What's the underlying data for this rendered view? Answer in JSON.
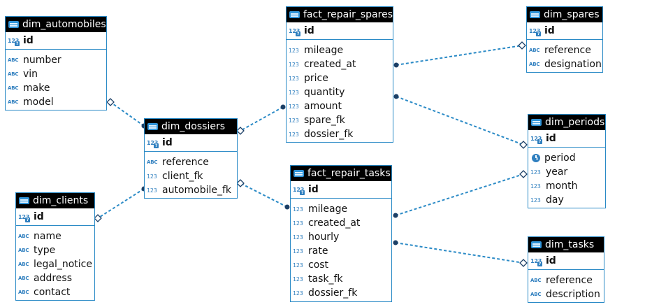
{
  "colors": {
    "accent": "#2a8ac6",
    "header_bg": "#000000",
    "header_text": "#ffffff",
    "type_icon": "#2f7fbf"
  },
  "tables": {
    "dim_automobiles": {
      "title": "dim_automobiles",
      "key": "id",
      "columns": [
        {
          "type": "ABC",
          "name": "number"
        },
        {
          "type": "ABC",
          "name": "vin"
        },
        {
          "type": "ABC",
          "name": "make"
        },
        {
          "type": "ABC",
          "name": "model"
        }
      ]
    },
    "dim_dossiers": {
      "title": "dim_dossiers",
      "key": "id",
      "columns": [
        {
          "type": "ABC",
          "name": "reference"
        },
        {
          "type": "123",
          "name": "client_fk"
        },
        {
          "type": "123",
          "name": "automobile_fk"
        }
      ]
    },
    "dim_clients": {
      "title": "dim_clients",
      "key": "id",
      "columns": [
        {
          "type": "ABC",
          "name": "name"
        },
        {
          "type": "ABC",
          "name": "type"
        },
        {
          "type": "ABC",
          "name": "legal_notice"
        },
        {
          "type": "ABC",
          "name": "address"
        },
        {
          "type": "ABC",
          "name": "contact"
        }
      ]
    },
    "fact_repair_spares": {
      "title": "fact_repair_spares",
      "key": "id",
      "columns": [
        {
          "type": "123",
          "name": "mileage"
        },
        {
          "type": "123",
          "name": "created_at"
        },
        {
          "type": "123",
          "name": "price"
        },
        {
          "type": "123",
          "name": "quantity"
        },
        {
          "type": "123",
          "name": "amount"
        },
        {
          "type": "123",
          "name": "spare_fk"
        },
        {
          "type": "123",
          "name": "dossier_fk"
        }
      ]
    },
    "fact_repair_tasks": {
      "title": "fact_repair_tasks",
      "key": "id",
      "columns": [
        {
          "type": "123",
          "name": "mileage"
        },
        {
          "type": "123",
          "name": "created_at"
        },
        {
          "type": "123",
          "name": "hourly"
        },
        {
          "type": "123",
          "name": "rate"
        },
        {
          "type": "123",
          "name": "cost"
        },
        {
          "type": "123",
          "name": "task_fk"
        },
        {
          "type": "123",
          "name": "dossier_fk"
        }
      ]
    },
    "dim_spares": {
      "title": "dim_spares",
      "key": "id",
      "columns": [
        {
          "type": "ABC",
          "name": "reference"
        },
        {
          "type": "ABC",
          "name": "designation"
        }
      ]
    },
    "dim_periods": {
      "title": "dim_periods",
      "key": "id",
      "columns": [
        {
          "type": "clock",
          "name": "period"
        },
        {
          "type": "123",
          "name": "year"
        },
        {
          "type": "123",
          "name": "month"
        },
        {
          "type": "123",
          "name": "day"
        }
      ]
    },
    "dim_tasks": {
      "title": "dim_tasks",
      "key": "id",
      "columns": [
        {
          "type": "ABC",
          "name": "reference"
        },
        {
          "type": "ABC",
          "name": "description"
        }
      ]
    }
  },
  "relationships": [
    {
      "from": "dim_dossiers",
      "to": "dim_automobiles"
    },
    {
      "from": "dim_dossiers",
      "to": "dim_clients"
    },
    {
      "from": "fact_repair_spares",
      "to": "dim_dossiers"
    },
    {
      "from": "fact_repair_tasks",
      "to": "dim_dossiers"
    },
    {
      "from": "fact_repair_spares",
      "to": "dim_spares"
    },
    {
      "from": "fact_repair_spares",
      "to": "dim_periods"
    },
    {
      "from": "fact_repair_tasks",
      "to": "dim_periods"
    },
    {
      "from": "fact_repair_tasks",
      "to": "dim_tasks"
    }
  ]
}
